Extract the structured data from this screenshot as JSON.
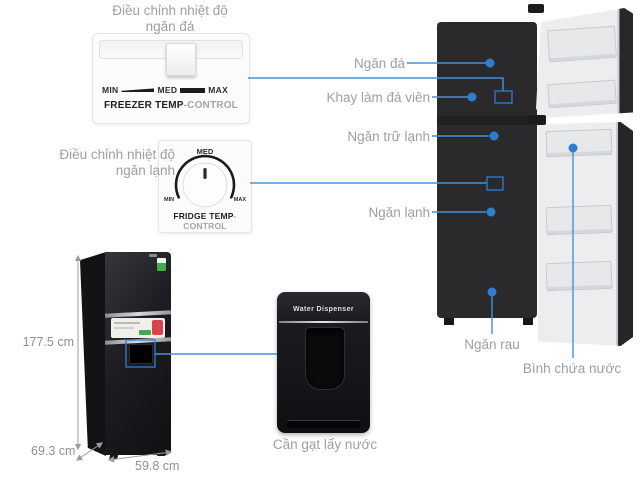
{
  "colors": {
    "callout_line": "#4b90d5",
    "callout_dot": "#2e7ed0",
    "label_text": "#9aa0a4",
    "dimension_arrow": "#9b9b9b"
  },
  "freezer_control": {
    "caption_line1": "Điều chỉnh nhiệt độ",
    "caption_line2": "ngăn đá",
    "min": "MIN",
    "med": "MED",
    "max": "MAX",
    "title_strong": "FREEZER TEMP",
    "title_light": "-CONTROL"
  },
  "fridge_control": {
    "caption_line1": "Điều chỉnh nhiệt độ",
    "caption_line2": "ngăn lạnh",
    "min": "MIN",
    "med": "MED",
    "max": "MAX",
    "title_strong": "FRIDGE TEMP",
    "title_light": "-CONTROL"
  },
  "callouts": {
    "freezer_compartment": "Ngăn đá",
    "ice_cube_tray": "Khay làm đá viên",
    "cool_storage": "Ngăn trữ lạnh",
    "fridge_compartment": "Ngăn lạnh",
    "vegetable_drawer": "Ngăn rau",
    "water_tank": "Bình chứa nước",
    "dispenser_lever": "Cần gạt lấy nước"
  },
  "dimensions": {
    "height": "177.5 cm",
    "depth": "69.3 cm",
    "width": "59.8 cm"
  },
  "dispenser_detail": {
    "label": "Water Dispenser"
  }
}
